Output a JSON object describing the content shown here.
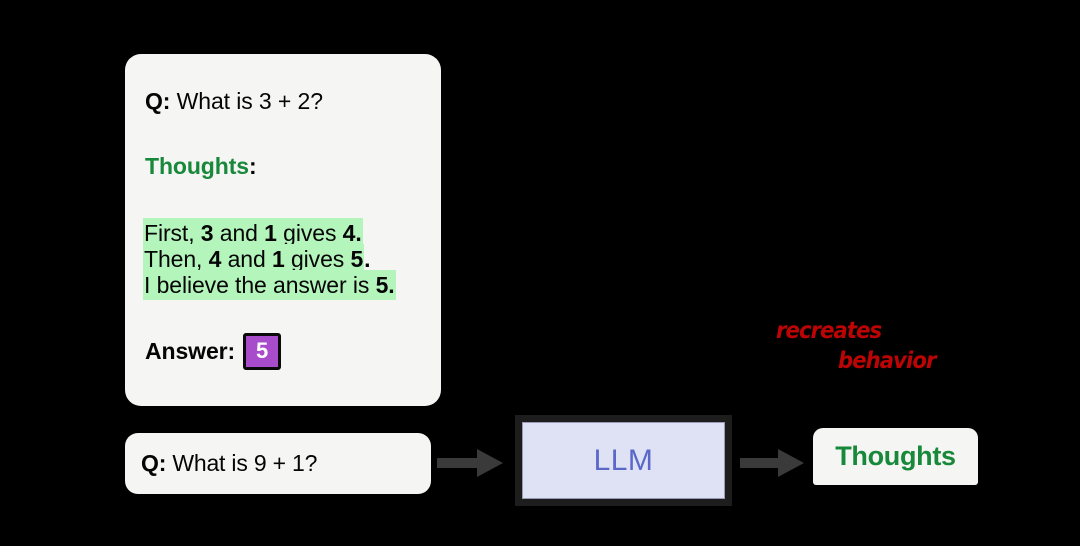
{
  "background_color": "#000000",
  "colors": {
    "card_fill": "#f5f5f3",
    "highlight_green": "#b4f5bc",
    "thoughts_green": "#18883a",
    "answer_purple": "#a94ccc",
    "llm_fill": "#dfe2f5",
    "llm_text_blue": "#5a68c9",
    "llm_border": "#1d1d1d",
    "arrow_gray": "#3a3a3a",
    "annotation_red": "#bd0404",
    "body_text": "#050505"
  },
  "exemplar_card": {
    "question": {
      "prefix": "Q:",
      "text": "What is 3 + 2?"
    },
    "thoughts_heading": {
      "label": "Thoughts",
      "colon": ":"
    },
    "thought_lines": [
      {
        "highlighted": "First, 3 and 1 gives 4.",
        "trailing": "",
        "segments": [
          {
            "text": "First, ",
            "bold": false
          },
          {
            "text": "3",
            "bold": true
          },
          {
            "text": " and ",
            "bold": false
          },
          {
            "text": "1",
            "bold": true
          },
          {
            "text": " gives ",
            "bold": false
          },
          {
            "text": "4.",
            "bold": true
          }
        ]
      },
      {
        "highlighted": "Then, 4 and 1 gives 5",
        "trailing": ".",
        "segments": [
          {
            "text": "Then, ",
            "bold": false
          },
          {
            "text": "4",
            "bold": true
          },
          {
            "text": " and ",
            "bold": false
          },
          {
            "text": "1",
            "bold": true
          },
          {
            "text": " gives ",
            "bold": false
          },
          {
            "text": "5",
            "bold": true
          }
        ]
      },
      {
        "highlighted": "I believe the answer is 5.",
        "trailing": "",
        "segments": [
          {
            "text": "I believe the answer is ",
            "bold": false
          },
          {
            "text": "5.",
            "bold": true
          }
        ]
      }
    ],
    "answer": {
      "label": "Answer:",
      "value": "5"
    }
  },
  "query_card": {
    "prefix": "Q:",
    "text": "What is 9 + 1?"
  },
  "llm": {
    "label": "LLM"
  },
  "output": {
    "label": "Thoughts"
  },
  "annotation": {
    "line1": "recreates",
    "line2": "behavior"
  },
  "icons": {
    "arrow_in": "arrow-right-icon",
    "arrow_out": "arrow-right-icon"
  }
}
